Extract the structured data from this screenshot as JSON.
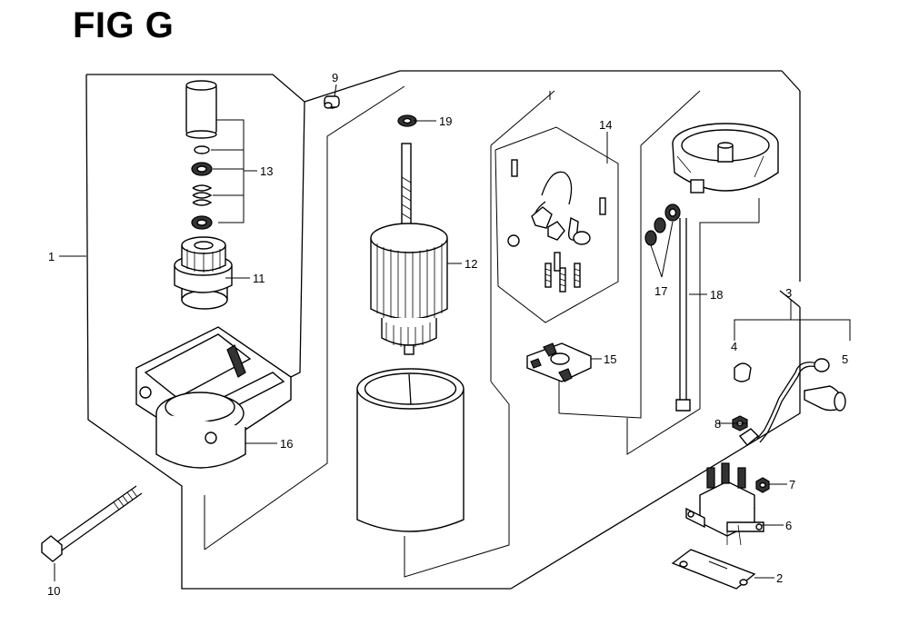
{
  "figure": {
    "title": "FIG G"
  },
  "callouts": [
    {
      "id": "c1",
      "label": "1"
    },
    {
      "id": "c2",
      "label": "2"
    },
    {
      "id": "c3",
      "label": "3"
    },
    {
      "id": "c4",
      "label": "4"
    },
    {
      "id": "c5",
      "label": "5"
    },
    {
      "id": "c6",
      "label": "6"
    },
    {
      "id": "c7",
      "label": "7"
    },
    {
      "id": "c8",
      "label": "8"
    },
    {
      "id": "c9",
      "label": "9"
    },
    {
      "id": "c10",
      "label": "10"
    },
    {
      "id": "c11",
      "label": "11"
    },
    {
      "id": "c12",
      "label": "12"
    },
    {
      "id": "c13",
      "label": "13"
    },
    {
      "id": "c14",
      "label": "14"
    },
    {
      "id": "c15",
      "label": "15"
    },
    {
      "id": "c16",
      "label": "16"
    },
    {
      "id": "c17",
      "label": "17"
    },
    {
      "id": "c18",
      "label": "18"
    },
    {
      "id": "c19",
      "label": "19"
    }
  ]
}
